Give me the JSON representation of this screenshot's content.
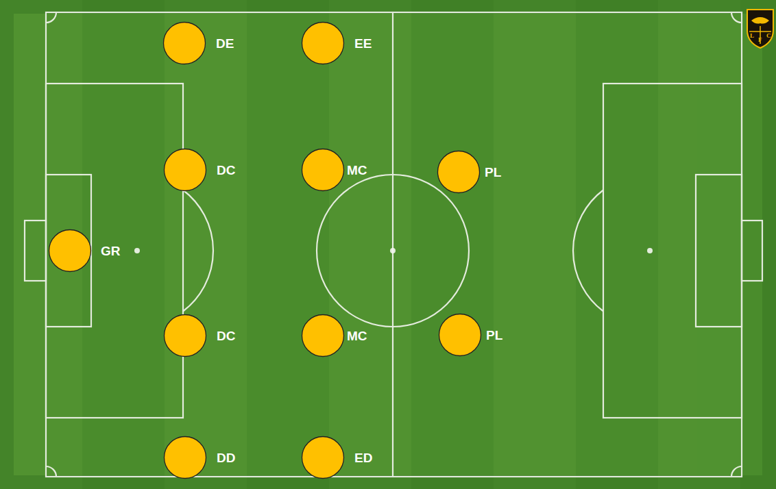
{
  "diagram": {
    "nodes": [
      {
        "text": [
          "DE"
        ]
      },
      {
        "text": [
          "EE"
        ]
      },
      {
        "text": [
          "DC"
        ]
      },
      {
        "text": [
          "MC"
        ]
      },
      {
        "text": [
          "PL"
        ]
      },
      {
        "text": [
          "GR"
        ]
      },
      {
        "text": [
          "DC"
        ]
      },
      {
        "text": [
          "MC"
        ]
      },
      {
        "text": [
          "PL"
        ]
      },
      {
        "text": [
          "DD"
        ]
      },
      {
        "text": [
          "ED"
        ]
      }
    ],
    "labels": [
      "L",
      "F",
      "C"
    ]
  }
}
